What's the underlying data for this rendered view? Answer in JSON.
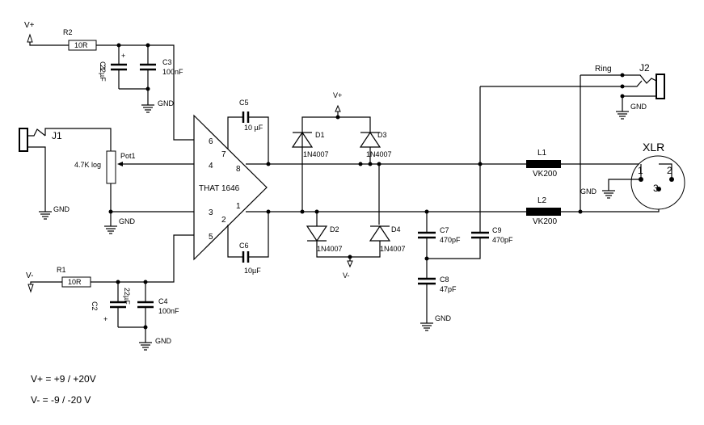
{
  "supply": {
    "vplus": "V+",
    "vminus": "V-",
    "note_plus": "V+ = +9 / +20V",
    "note_minus": "V- = -9 / -20 V"
  },
  "resistors": {
    "r2": {
      "name": "R2",
      "value": "10R"
    },
    "r1": {
      "name": "R1",
      "value": "10R"
    }
  },
  "capacitors": {
    "c1": {
      "name": "C1",
      "value": "22µF",
      "polarity": "+"
    },
    "c2": {
      "name": "C2",
      "value": "22µF",
      "polarity": "+"
    },
    "c3": {
      "name": "C3",
      "value": "100nF"
    },
    "c4": {
      "name": "C4",
      "value": "100nF"
    },
    "c5": {
      "name": "C5",
      "value": "10 µF"
    },
    "c6": {
      "name": "C6",
      "value": "10µF"
    },
    "c7": {
      "name": "C7",
      "value": "470pF"
    },
    "c8": {
      "name": "C8",
      "value": "47pF"
    },
    "c9": {
      "name": "C9",
      "value": "470pF"
    }
  },
  "diodes": {
    "d1": {
      "name": "D1",
      "part": "1N4007"
    },
    "d2": {
      "name": "D2",
      "part": "1N4007"
    },
    "d3": {
      "name": "D3",
      "part": "1N4007"
    },
    "d4": {
      "name": "D4",
      "part": "1N4007"
    }
  },
  "inductors": {
    "l1": {
      "name": "L1",
      "part": "VK200"
    },
    "l2": {
      "name": "L2",
      "part": "VK200"
    }
  },
  "pot": {
    "name": "Pot1",
    "value": "4.7K log"
  },
  "ic": {
    "name": "THAT 1646",
    "pins": {
      "p1": "1",
      "p2": "2",
      "p3": "3",
      "p4": "4",
      "p5": "5",
      "p6": "6",
      "p7": "7",
      "p8": "8"
    }
  },
  "jacks": {
    "j1": "J1",
    "j2": "J2",
    "ring": "Ring"
  },
  "xlr": {
    "label": "XLR",
    "pin1": "1",
    "pin2": "2",
    "pin3": "3"
  },
  "gnd": "GND"
}
